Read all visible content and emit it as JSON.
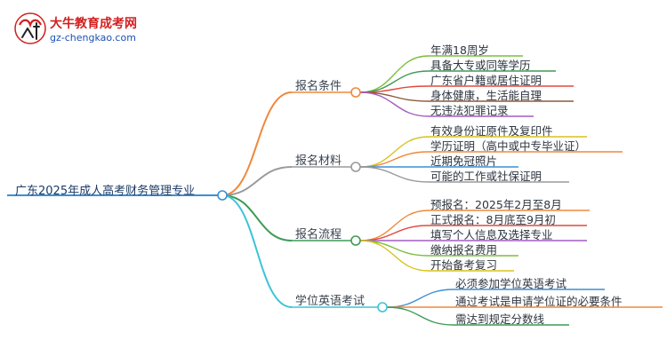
{
  "logo": {
    "title": "大牛教育成考网",
    "subtitle": "gz-chengkao.com"
  },
  "root": {
    "label": "广东2025年成人高考财务管理专业",
    "color": "#3b8fd4"
  },
  "branches": [
    {
      "label": "报名条件",
      "color": "#f0883a",
      "items": [
        {
          "text": "年满18周岁",
          "color": "#7bbf3c"
        },
        {
          "text": "具备大专或同等学历",
          "color": "#3f9a55"
        },
        {
          "text": "广东省户籍或居住证明",
          "color": "#e04a3e"
        },
        {
          "text": "身体健康，生活能自理",
          "color": "#8a5a3c"
        },
        {
          "text": "无违法犯罪记录",
          "color": "#a45cc4"
        }
      ]
    },
    {
      "label": "报名材料",
      "color": "#9a9a9a",
      "items": [
        {
          "text": "有效身份证原件及复印件",
          "color": "#d6c21e"
        },
        {
          "text": "学历证明（高中或中专毕业证）",
          "color": "#f0883a"
        },
        {
          "text": "近期免冠照片",
          "color": "#3b8fd4"
        },
        {
          "text": "可能的工作或社保证明",
          "color": "#9a9a9a"
        }
      ]
    },
    {
      "label": "报名流程",
      "color": "#3f9a55",
      "items": [
        {
          "text": "预报名：2025年2月至8月",
          "color": "#f0883a"
        },
        {
          "text": "正式报名：8月底至9月初",
          "color": "#e04a3e"
        },
        {
          "text": "填写个人信息及选择专业",
          "color": "#a45cc4"
        },
        {
          "text": "缴纳报名费用",
          "color": "#7bbf3c"
        },
        {
          "text": "开始备考复习",
          "color": "#d6c21e"
        }
      ]
    },
    {
      "label": "学位英语考试",
      "color": "#3cc4d6",
      "items": [
        {
          "text": "必须参加学位英语考试",
          "color": "#3b8fd4"
        },
        {
          "text": "通过考试是申请学位证的必要条件",
          "color": "#f0883a"
        },
        {
          "text": "需达到规定分数线",
          "color": "#3f9a55"
        }
      ]
    }
  ]
}
